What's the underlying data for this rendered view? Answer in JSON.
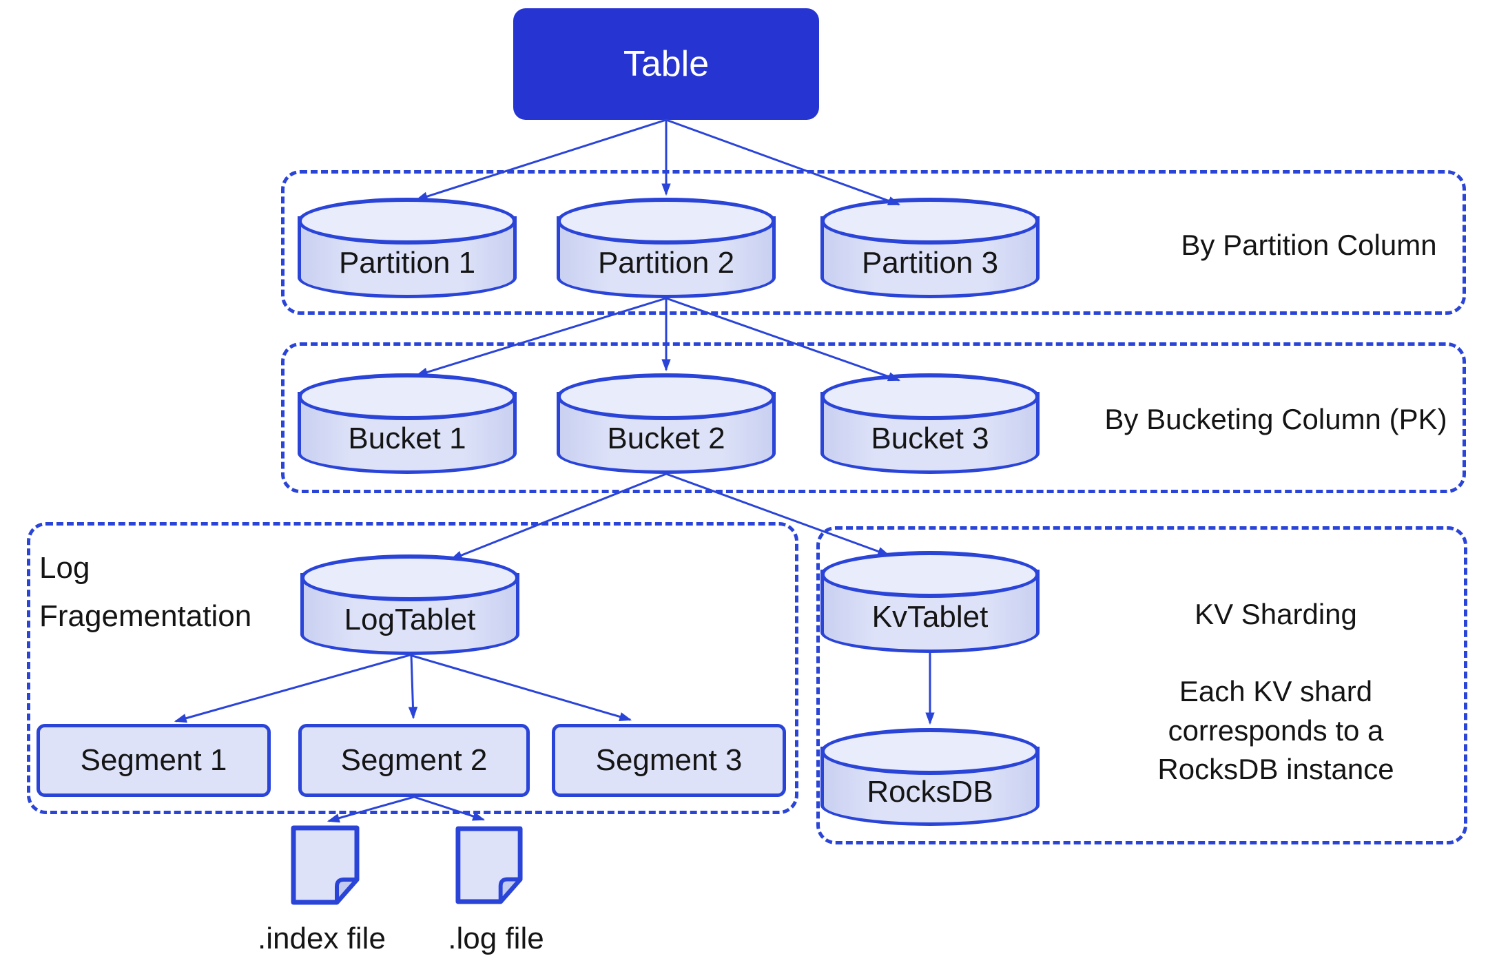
{
  "colors": {
    "accent": "#2a44d8",
    "root_fill": "#2634d2",
    "root_text": "#ffffff",
    "node_fill": "#dde2f8",
    "node_top_fill": "#e9ecfb",
    "text": "#151515"
  },
  "root": {
    "label": "Table"
  },
  "partition_group": {
    "caption": "By Partition Column",
    "nodes": [
      {
        "label": "Partition 1"
      },
      {
        "label": "Partition 2"
      },
      {
        "label": "Partition 3"
      }
    ]
  },
  "bucket_group": {
    "caption": "By Bucketing Column (PK)",
    "nodes": [
      {
        "label": "Bucket 1"
      },
      {
        "label": "Bucket 2"
      },
      {
        "label": "Bucket 3"
      }
    ]
  },
  "log_group": {
    "caption": "Log Fragementation",
    "tablet": {
      "label": "LogTablet"
    },
    "segments": [
      {
        "label": "Segment 1"
      },
      {
        "label": "Segment 2"
      },
      {
        "label": "Segment 3"
      }
    ],
    "files": [
      {
        "label": ".index file"
      },
      {
        "label": ".log file"
      }
    ]
  },
  "kv_group": {
    "caption": "KV Sharding",
    "note": "Each KV shard corresponds to a RocksDB instance",
    "tablet": {
      "label": "KvTablet"
    },
    "store": {
      "label": "RocksDB"
    }
  }
}
